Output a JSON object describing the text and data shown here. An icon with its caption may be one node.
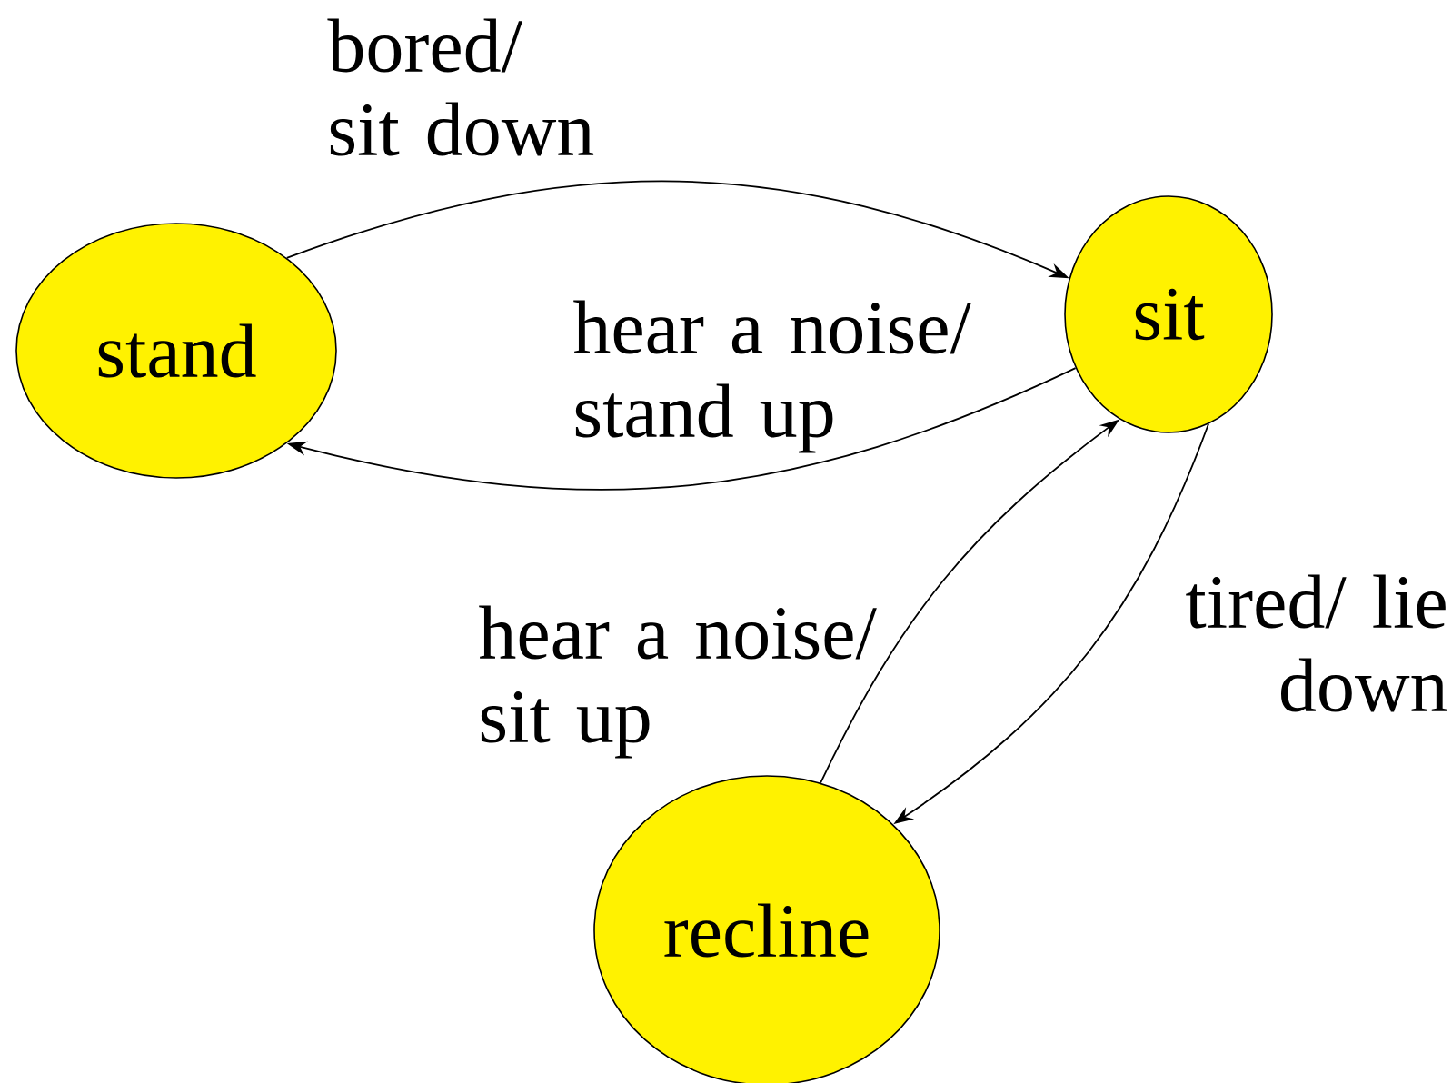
{
  "diagram": {
    "nodes": [
      {
        "text": [
          "stand"
        ]
      },
      {
        "text": [
          "sit"
        ]
      },
      {
        "text": [
          "recline"
        ]
      }
    ],
    "edges": [
      {
        "from": 0,
        "to": 1,
        "arrow": "to",
        "label": "bored/ sit down"
      },
      {
        "from": 1,
        "to": 0,
        "arrow": "to",
        "label": "hear a noise/ stand up"
      },
      {
        "from": 2,
        "to": 1,
        "arrow": "to",
        "label": "hear a noise/ sit up"
      },
      {
        "from": 1,
        "to": 2,
        "arrow": "to",
        "label": "tired/ lie down"
      }
    ]
  }
}
